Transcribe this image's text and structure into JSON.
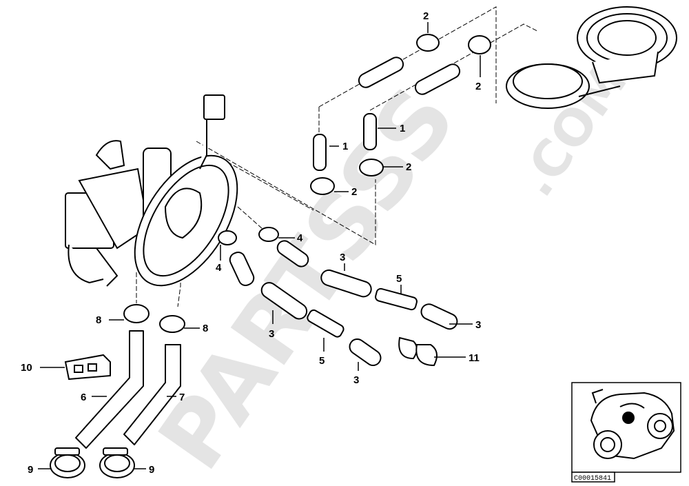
{
  "watermark": {
    "brand": "PARTSSS",
    "domain": ".COM"
  },
  "callouts": [
    "2",
    "2",
    "1",
    "1",
    "2",
    "2",
    "4",
    "4",
    "3",
    "3",
    "3",
    "3",
    "5",
    "5",
    "11",
    "8",
    "8",
    "10",
    "6",
    "7",
    "9",
    "9"
  ],
  "reference": {
    "code": "C00015841"
  }
}
